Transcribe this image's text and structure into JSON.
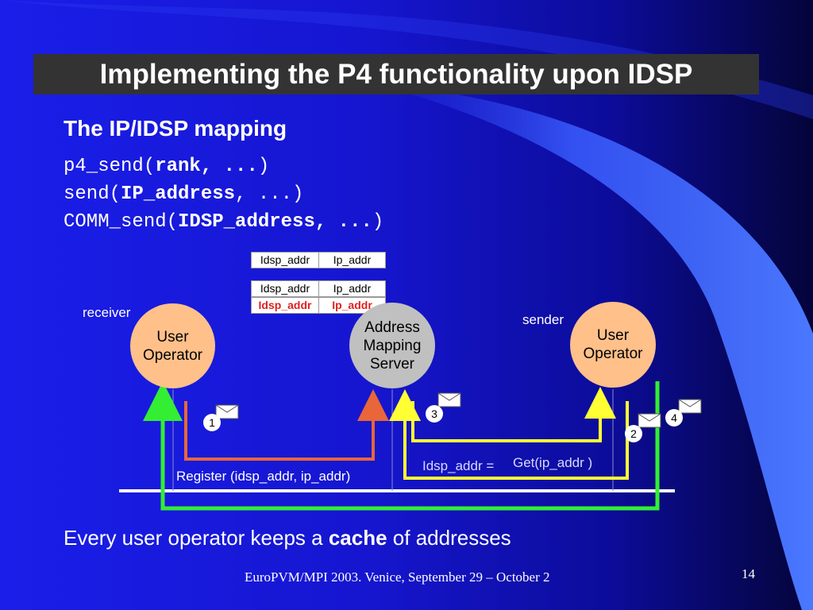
{
  "slide": {
    "title": "Implementing the P4 functionality upon IDSP",
    "subtitle": "The IP/IDSP mapping",
    "code_lines": [
      {
        "prefix": "p4_send(",
        "bold": "rank, ...",
        "suffix": ")"
      },
      {
        "prefix": "send(",
        "bold": "IP_address",
        "suffix": ", ...)"
      },
      {
        "prefix": "COMM_send(",
        "bold": "IDSP_address, ...",
        "suffix": ")"
      }
    ],
    "bottom_text": {
      "before": "Every user operator keeps a ",
      "bold": "cache",
      "after": " of addresses"
    },
    "footer": "EuroPVM/MPI 2003. Venice, September 29 – October 2",
    "page_number": "14"
  },
  "diagram": {
    "table_top": {
      "col1": "Idsp_addr",
      "col2": "Ip_addr"
    },
    "table_cache": [
      {
        "col1": "Idsp_addr",
        "col2": "Ip_addr",
        "highlight": false
      },
      {
        "col1": "Idsp_addr",
        "col2": "Ip_addr",
        "highlight": true
      }
    ],
    "receiver_label": "receiver",
    "sender_label": "sender",
    "receiver_node": {
      "line1": "User",
      "line2": "Operator"
    },
    "server_node": {
      "line1": "Address",
      "line2": "Mapping",
      "line3": "Server"
    },
    "sender_node": {
      "line1": "User",
      "line2": "Operator"
    },
    "steps": [
      "1",
      "2",
      "3",
      "4"
    ],
    "register_label": "Register (idsp_addr, ip_addr)",
    "get_label_lhs": "Idsp_addr =",
    "get_label_rhs": "Get(ip_addr )",
    "colors": {
      "register_arrow": "#e8663a",
      "get_arrow": "#ffff33",
      "reply_arrow": "#33ee33",
      "node_orange": "#ffc08a",
      "node_gray": "#c0c0c0",
      "highlight_text": "#e02020"
    }
  }
}
